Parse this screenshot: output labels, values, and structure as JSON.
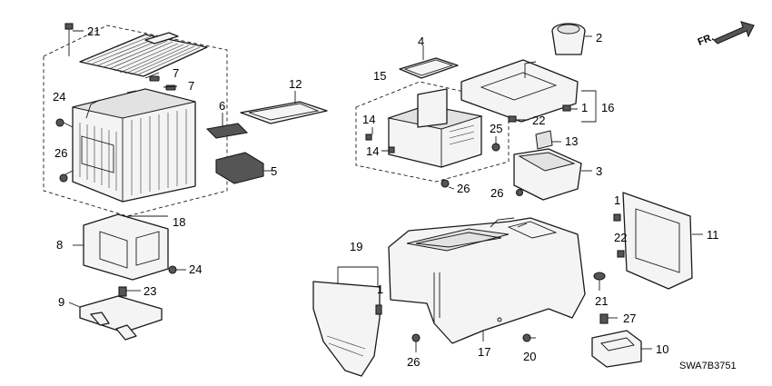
{
  "diagram_code": "SWA7B3751",
  "front_marker": "FR.",
  "callouts": {
    "c1a": "1",
    "c1b": "1",
    "c1c": "1",
    "c2": "2",
    "c3": "3",
    "c4": "4",
    "c5": "5",
    "c6": "6",
    "c7a": "7",
    "c7b": "7",
    "c8": "8",
    "c9": "9",
    "c10": "10",
    "c11": "11",
    "c12": "12",
    "c13": "13",
    "c14a": "14",
    "c14b": "14",
    "c15": "15",
    "c16": "16",
    "c17": "17",
    "c18": "18",
    "c19": "19",
    "c20": "20",
    "c21a": "21",
    "c21b": "21",
    "c22a": "22",
    "c22b": "22",
    "c23": "23",
    "c24a": "24",
    "c24b": "24",
    "c25": "25",
    "c26a": "26",
    "c26b": "26",
    "c26c": "26",
    "c26d": "26",
    "c27": "27"
  }
}
